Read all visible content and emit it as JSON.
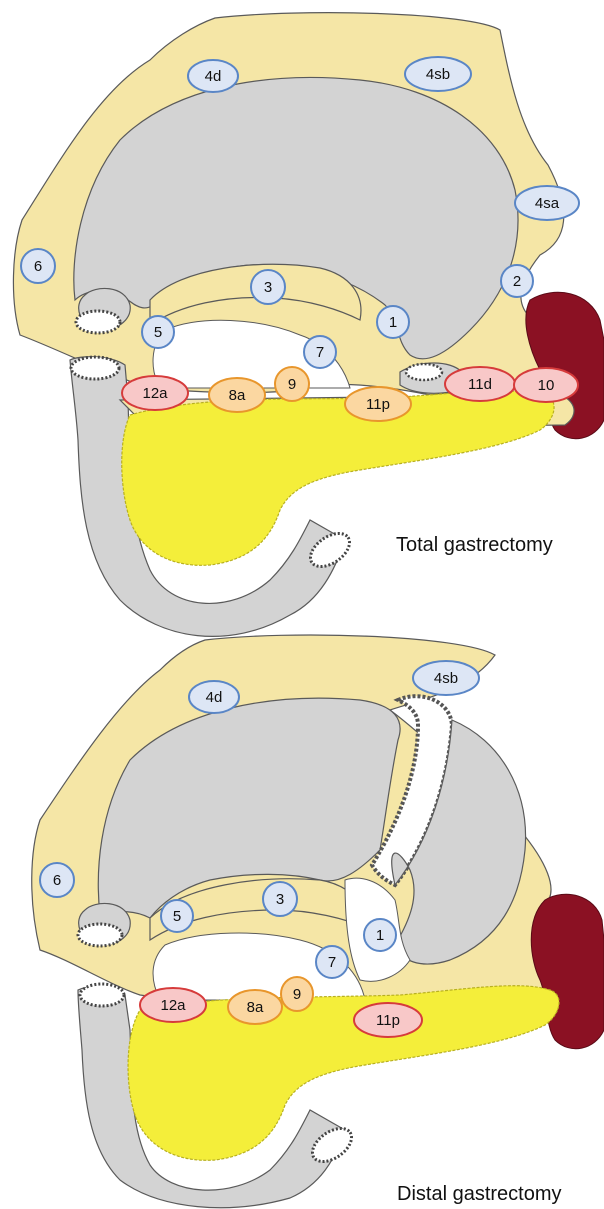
{
  "panels": [
    {
      "caption": "Total gastrectomy",
      "nodes": [
        "4d",
        "4sb",
        "4sa",
        "6",
        "3",
        "2",
        "5",
        "1",
        "7",
        "9",
        "12a",
        "8a",
        "11p",
        "11d",
        "10"
      ]
    },
    {
      "caption": "Distal gastrectomy",
      "nodes": [
        "4d",
        "4sb",
        "6",
        "3",
        "1",
        "5",
        "7",
        "9",
        "12a",
        "8a",
        "11p"
      ]
    }
  ],
  "colors": {
    "omentum": "#f5e6a6",
    "stomach": "#d3d3d3",
    "pancreas": "#f4ee3a",
    "spleen": "#8b1123",
    "station_blue_fill": "#dde6f5",
    "station_blue_stroke": "#5a86c6",
    "station_orange_fill": "#fbd7a1",
    "station_orange_stroke": "#e8962c",
    "station_red_fill": "#f8c8c8",
    "station_red_stroke": "#d63b3b"
  },
  "station_colors": {
    "panel1": {
      "4d": "blue",
      "4sb": "blue",
      "4sa": "blue",
      "6": "blue",
      "3": "blue",
      "2": "blue",
      "5": "blue",
      "1": "blue",
      "7": "blue",
      "9": "orange",
      "12a": "red",
      "8a": "orange",
      "11p": "orange",
      "11d": "red",
      "10": "red"
    },
    "panel2": {
      "4d": "blue",
      "4sb": "blue",
      "6": "blue",
      "3": "blue",
      "1": "blue",
      "5": "blue",
      "7": "blue",
      "9": "orange",
      "12a": "red",
      "8a": "orange",
      "11p": "red"
    }
  },
  "icons": [
    "stomach-anatomy",
    "pancreas",
    "spleen",
    "duodenum",
    "lymph-node-station"
  ]
}
